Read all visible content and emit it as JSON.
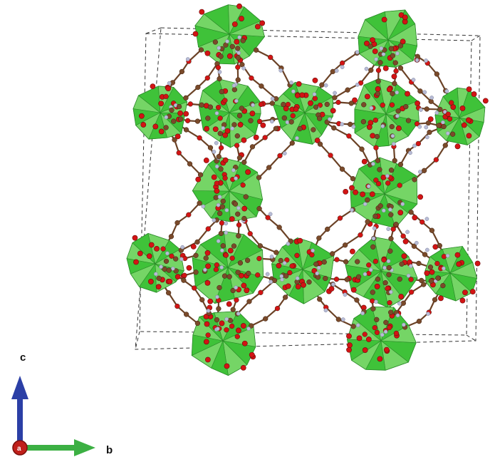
{
  "axes": {
    "c_label": "c",
    "b_label": "b",
    "a_label": "a"
  },
  "colors": {
    "polyhedron_fill": "#3fc23a",
    "polyhedron_light": "#7fd86f",
    "polyhedron_edge": "#2a8a28",
    "oxygen": "#d21414",
    "carbon": "#7a4a2a",
    "bond": "#6b4226",
    "hydrogen": "#b8bcd6",
    "cell_edge": "#333333",
    "axis_c": "#2b3fa6",
    "axis_b": "#3cb043",
    "axis_a": "#c0201a"
  }
}
